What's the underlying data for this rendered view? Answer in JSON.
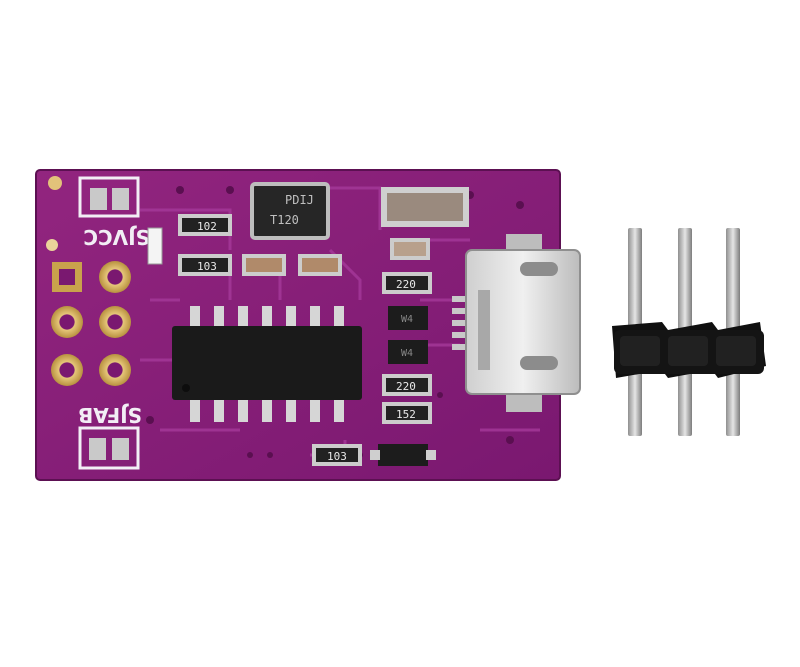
{
  "board": {
    "label_sjvcc": "SJVCC",
    "label_sjfab": "SJFAB",
    "crystal_marking_1": "PDIJ",
    "crystal_marking_2": "T120",
    "resistors": {
      "r_top": "102",
      "r_left_mid": "103",
      "r_220_top": "220",
      "r_220_bottom": "220",
      "r_152": "152",
      "r_bottom": "103"
    },
    "diodes": {
      "d1": "W4",
      "d2": "W4"
    },
    "colors": {
      "pcb": "#8a1f7c",
      "pcb_dark": "#6e1462",
      "gold": "#d8b866",
      "chip": "#1a1a1a"
    }
  },
  "header_pins": {
    "count": 3,
    "colors": {
      "plastic": "#111111",
      "pin": "#bdbdbd"
    }
  }
}
